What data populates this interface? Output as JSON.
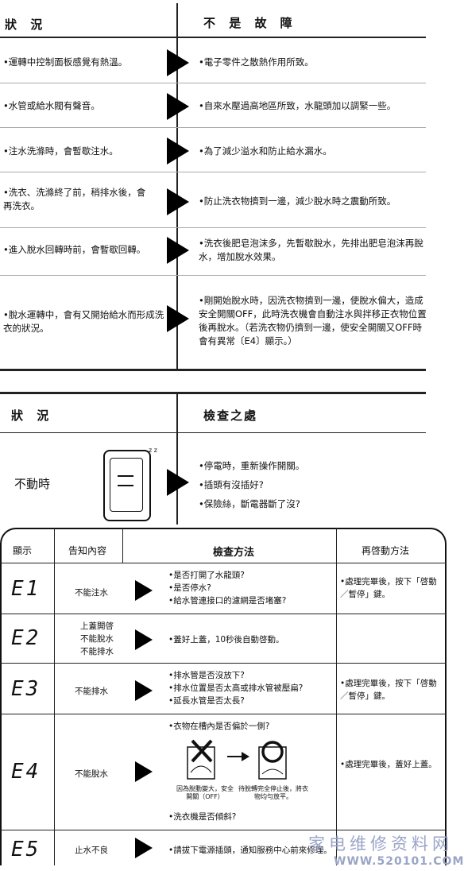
{
  "table1": {
    "col_status": "狀 況",
    "col_fault": "不 是 故 障",
    "rows": [
      {
        "status": "•運轉中控制面板感覺有熱溫。",
        "reason": "•電子零件之散熱作用所致。"
      },
      {
        "status": "•水管或給水閥有聲音。",
        "reason": "•自來水壓過高地區所致，水龍頭加以調緊一些。"
      },
      {
        "status": "•注水洗滌時，會暫歇注水。",
        "reason": "•為了減少溢水和防止給水漏水。"
      },
      {
        "status": "•洗衣、洗滌終了前，稍排水後，會再洗衣。",
        "reason": "•防止洗衣物擠到一邊，減少脫水時之震動所致。"
      },
      {
        "status": "•進入脫水回轉時前，會暫歇回轉。",
        "reason": "•洗衣後肥皂泡沫多，先暫歇脫水，先排出肥皂泡沫再脫水，增加脫水效果。"
      },
      {
        "status": "•脫水運轉中，會有又開始給水而形成洗衣的狀況。",
        "reason": "•剛開始脫水時，因洗衣物擠到一邊，使脫水偏大，造成安全開關OFF，此時洗衣機會自動注水與拌移正衣物位置後再脫水。（若洗衣物仍擠到一邊，使安全開關又OFF時會有異常〔E4〕顯示。）"
      }
    ]
  },
  "table2": {
    "col_status": "狀 況",
    "col_check": "檢查之處",
    "status": "不動時",
    "zz": "z z",
    "checks": [
      "•停電時，重新操作開關。",
      "•插頭有沒插好?",
      "•保險絲，斷電器斷了沒?"
    ]
  },
  "table3": {
    "headers": {
      "display": "顯示",
      "content": "告知內容",
      "method": "檢查方法",
      "restart": "再啓動方法"
    },
    "rows": [
      {
        "code": "E1",
        "content": "不能注水",
        "checks": [
          "•是否打開了水龍頭?",
          "•是否停水?",
          "•給水管連接口的濾網是否堵塞?"
        ],
        "restart": "•處理完畢後，按下「啓動／暫停」鍵。"
      },
      {
        "code": "E2",
        "content": "上蓋開啓 不能脫水 不能排水",
        "checks": [
          "•蓋好上蓋，10秒後自動啓動。"
        ],
        "restart": ""
      },
      {
        "code": "E3",
        "content": "不能排水",
        "checks": [
          "•排水管是否沒放下?",
          "•排水位置是否太高或排水管被壓扁?",
          "•延長水管是否太長?"
        ],
        "restart": "•處理完畢後，按下「啓動／暫停」鍵。"
      },
      {
        "code": "E4",
        "content": "不能脫水",
        "checks": [
          "•衣物在槽內是否偏於一側?",
          "•洗衣機是否傾斜?"
        ],
        "restart": "•處理完畢後，蓋好上蓋。",
        "caption_left": "因為脫動變大，安全開關（OFF）",
        "caption_right": "待脫轉完全停止後，將衣物均勻放平。"
      },
      {
        "code": "E5",
        "content": "止水不良",
        "checks": [
          "•請拔下電源插頭，通知服務中心前來修理。"
        ],
        "restart": ""
      }
    ]
  },
  "watermark": {
    "line1": "家电维修资料网",
    "line2": "WWW.520101.COM"
  }
}
